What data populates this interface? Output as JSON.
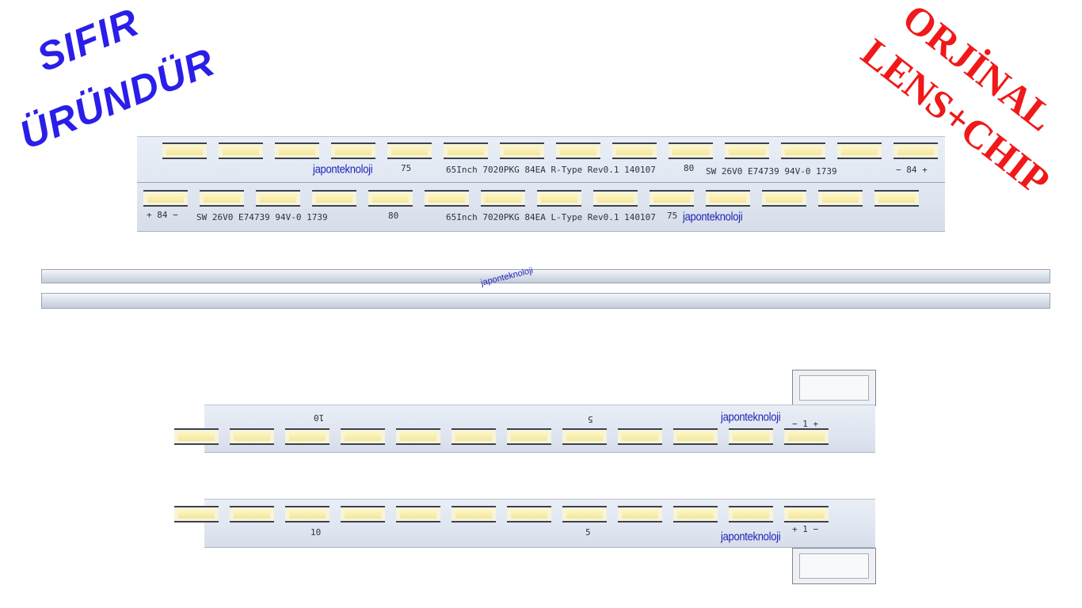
{
  "promo": {
    "left_line1": "SIFIR",
    "left_line2": "ÜRÜNDÜR",
    "right_line1": "ORJİNAL",
    "right_line2": "LENS+CHIP",
    "left_color": "#2a1ee8",
    "right_color": "#f01818"
  },
  "panel_top": {
    "r_brand": "japonteknoloji",
    "r_num_75": "75",
    "r_model": "65Inch 7020PKG 84EA R-Type Rev0.1 140107",
    "r_num_80": "80",
    "r_cert": "SW 26V0 E74739 94V-0 1739",
    "r_polarity": "− 84 +",
    "l_polarity": "+ 84 −",
    "l_cert": "SW 26V0 E74739 94V-0 1739",
    "l_num_80": "80",
    "l_model": "65Inch 7020PKG 84EA L-Type Rev0.1 140107",
    "l_num_75": "75",
    "l_brand": "japonteknoloji"
  },
  "thin_strips": {
    "watermark": "japonteknoloji"
  },
  "bottom_strips": {
    "a_num_10": "10",
    "a_num_5": "5",
    "a_brand": "japonteknoloji",
    "a_pins": "− 1 +",
    "b_num_10": "10",
    "b_num_5": "5",
    "b_brand": "japonteknoloji",
    "b_pins": "+ 1 −"
  }
}
